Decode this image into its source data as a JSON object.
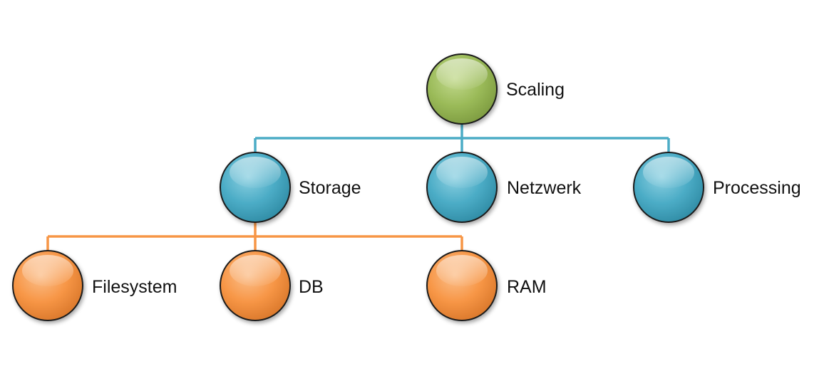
{
  "colors": {
    "root": "#9bbb59",
    "level1": "#4bacc6",
    "level2": "#f79646",
    "connector_level1": "#4bacc6",
    "connector_level2": "#f79646",
    "outline": "#1a1a1a",
    "text": "#111111"
  },
  "root": {
    "label": "Scaling"
  },
  "level1": [
    {
      "label": "Storage"
    },
    {
      "label": "Netzwerk"
    },
    {
      "label": "Processing"
    }
  ],
  "level2": [
    {
      "label": "Filesystem",
      "parent": "Storage"
    },
    {
      "label": "DB",
      "parent": "Storage"
    },
    {
      "label": "RAM",
      "parent": "Storage"
    }
  ]
}
